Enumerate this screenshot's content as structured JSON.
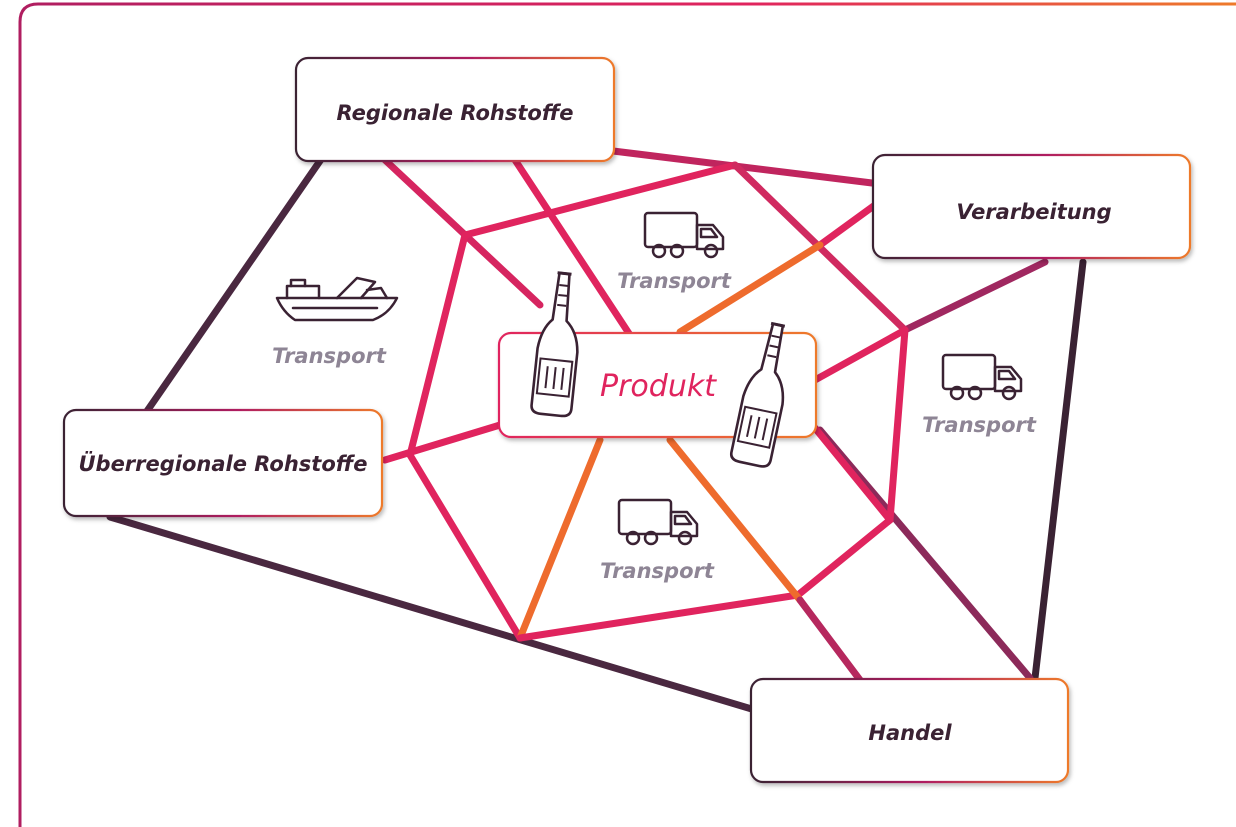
{
  "diagram": {
    "nodes": {
      "regional": "Regionale Rohstoffe",
      "processing": "Verarbeitung",
      "product": "Produkt",
      "supraregional": "Überregionale Rohstoffe",
      "trade": "Handel"
    },
    "transport_labels": [
      "Transport",
      "Transport",
      "Transport",
      "Transport"
    ],
    "icons": [
      "ship-icon",
      "truck-icon",
      "truck-icon",
      "truck-icon",
      "bottle-icon",
      "bottle-icon"
    ],
    "colors": {
      "pink": "#e0245e",
      "orange": "#ee6b2d",
      "dark": "#3a2233",
      "mid": "#b6285e",
      "gray": "#8e8595"
    }
  }
}
